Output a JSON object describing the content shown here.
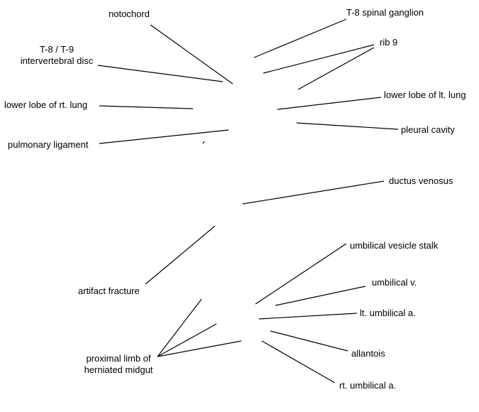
{
  "labels": {
    "notochord": "notochord",
    "t8_spinal_ganglion": "T-8 spinal ganglion",
    "rib9": "rib 9",
    "disc_line1": "T-8 / T-9",
    "disc_line2": "intervertebral disc",
    "rt_lung": "lower lobe of rt. lung",
    "lt_lung": "lower lobe of lt. lung",
    "pleural_cavity": "pleural cavity",
    "pulmonary_ligament": "pulmonary ligament",
    "ductus_venosus": "ductus venosus",
    "artifact_fracture": "artifact fracture",
    "umbilical_vesicle_stalk": "umbilical vesicle stalk",
    "umbilical_v": "umbilical v.",
    "lt_umbilical_a": "lt. umbilical a.",
    "allantois": "allantois",
    "rt_umbilical_a": "rt. umbilical a.",
    "midgut_line1": "proximal limb of",
    "midgut_line2": "herniated midgut"
  },
  "colors": {
    "line": "#000000",
    "background": "#ffffff"
  }
}
